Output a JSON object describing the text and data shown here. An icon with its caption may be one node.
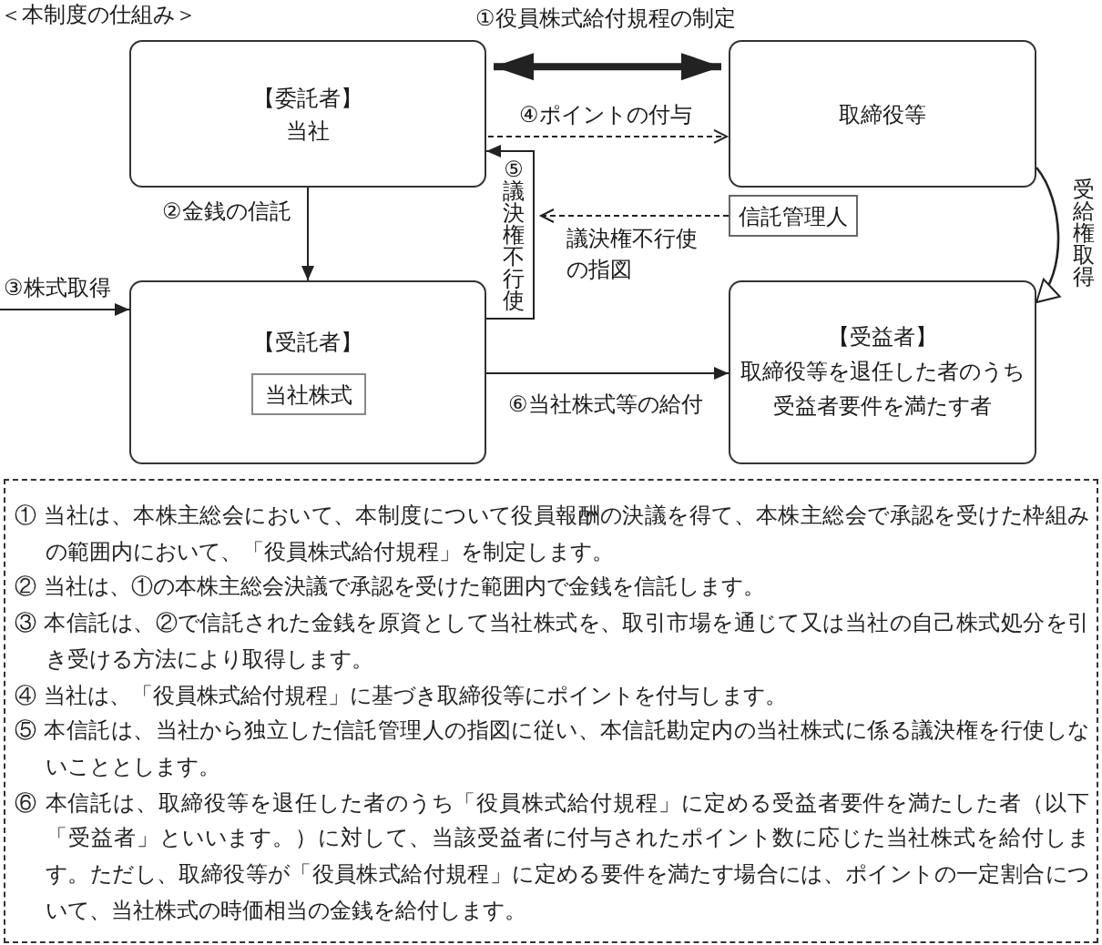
{
  "diagram": {
    "title": "＜本制度の仕組み＞",
    "nodes": [
      {
        "text": [
          "【委託者】",
          "当社"
        ]
      },
      {
        "text": [
          "取締役等"
        ]
      },
      {
        "text": [
          "信託管理人"
        ]
      },
      {
        "text": [
          "【受託者】"
        ]
      },
      {
        "text": [
          "当社株式"
        ],
        "in": 3
      },
      {
        "text": [
          "【受益者】",
          "取締役等を退任した者のうち受益者要件を満たす者"
        ]
      },
      {
        "text": [
          "① 当社は、本株主総会において、本制度について役員報酬の決議を得て、本株主総会で承認を受けた枠組みの範囲内において、「役員株式給付規程」を制定します。",
          "② 当社は、①の本株主総会決議で承認を受けた範囲内で金銭を信託します。",
          "③ 本信託は、②で信託された金銭を原資として当社株式を、取引市場を通じて又は当社の自己株式処分を引き受ける方法により取得します。",
          "④ 当社は、「役員株式給付規程」に基づき取締役等にポイントを付与します。",
          "⑤ 本信託は、当社から独立した信託管理人の指図に従い、本信託勘定内の当社株式に係る議決権を行使しないこととします。",
          "⑥ 本信託は、取締役等を退任した者のうち「役員株式給付規程」に定める受益者要件を満たした者（以下「受益者」といいます。）に対して、当該受益者に付与されたポイント数に応じた当社株式を給付します。ただし、取締役等が「役員株式給付規程」に定める要件を満たす場合には、ポイントの一定割合について、当社株式の時価相当の金銭を給付します。"
        ]
      }
    ],
    "edges": [
      {
        "from": 0,
        "to": 1,
        "arrow": "both",
        "style": "thick",
        "label": "①役員株式給付規程の制定"
      },
      {
        "from": 0,
        "to": 1,
        "arrow": "to",
        "style": "dashed",
        "label": "④ポイントの付与"
      },
      {
        "from": 3,
        "to": 0,
        "arrow": "to",
        "label": "⑤議決権不行使"
      },
      {
        "from": 2,
        "to": null,
        "arrow": "to",
        "style": "dashed",
        "label": "議決権不行使の指図"
      },
      {
        "from": 1,
        "to": 5,
        "arrow": "to",
        "label": "受給権取得"
      },
      {
        "from": 0,
        "to": 3,
        "arrow": "to",
        "label": "②金銭の信託"
      },
      {
        "from": null,
        "to": 3,
        "arrow": "to",
        "label": "③株式取得"
      },
      {
        "from": 3,
        "to": 5,
        "arrow": "to",
        "label": "⑥当社株式等の給付"
      }
    ]
  }
}
